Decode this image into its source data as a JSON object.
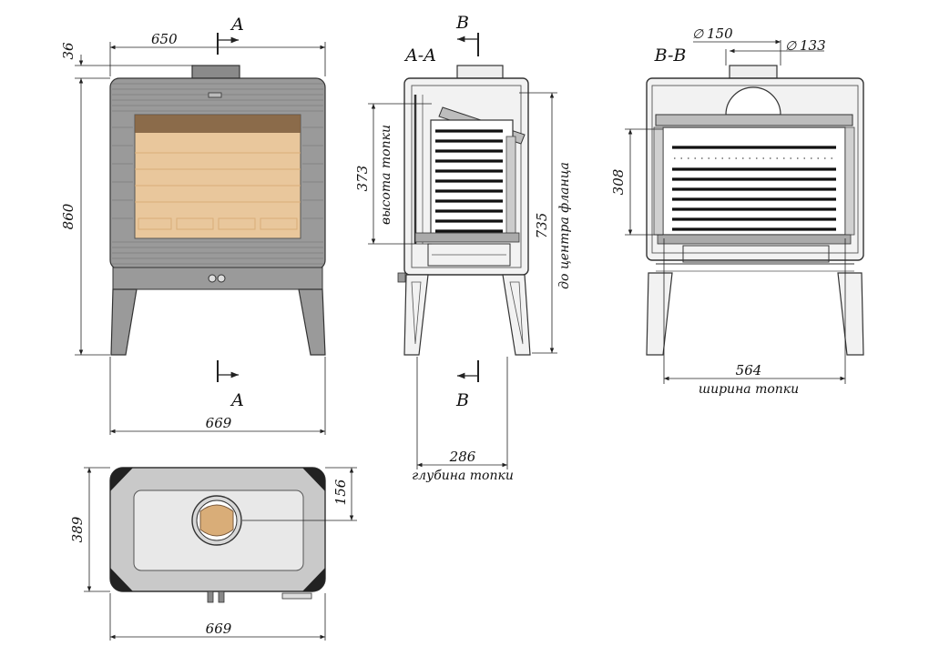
{
  "front_view": {
    "flue_height": "36",
    "top_width": "650",
    "height": "860",
    "width": "669",
    "section_mark": "A"
  },
  "section_aa": {
    "title": "A-A",
    "cut_mark": "B",
    "firebox_height_value": "373",
    "firebox_height_label": "высота топки",
    "flange_center_value": "735",
    "flange_center_label": "до центра фланца",
    "depth_value": "286",
    "depth_label": "глубина топки"
  },
  "section_bb": {
    "title": "B-B",
    "flue_outer_diameter": "150",
    "flue_inner_diameter": "133",
    "firebox_height_value": "308",
    "width_value": "564",
    "width_label": "ширина топки"
  },
  "top_view": {
    "depth": "389",
    "flue_offset": "156",
    "width": "669"
  },
  "symbols": {
    "diameter": "∅"
  },
  "colors": {
    "steel": "#9a9a9a",
    "firebrick": "#e9c79c",
    "line": "#222222",
    "text": "#111111"
  }
}
